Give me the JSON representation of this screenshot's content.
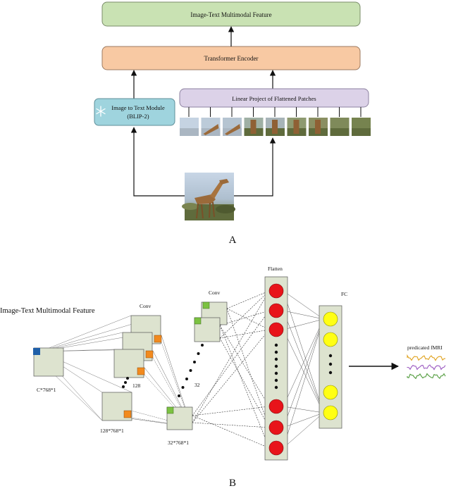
{
  "panel_a": {
    "multimodal_feature_label": "Image-Text Multimodal Feature",
    "transformer_label": "Transformer Encoder",
    "i2t_label_line1": "Image to Text Module",
    "i2t_label_line2": "(BLIP-2)",
    "i2t_icon": "snowflake-icon",
    "linear_proj_label": "Linear Project of Flattened Patches",
    "patch_count": 9,
    "panel_letter": "A"
  },
  "panel_b": {
    "input_label": "Image-Text Multimodal Feature",
    "input_dims": "C*768*1",
    "conv1_label": "Conv",
    "conv1_count": "128",
    "conv1_dims": "128*768*1",
    "conv2_label": "Conv",
    "conv2_count": "32",
    "conv2_dims": "32*768*1",
    "flatten_label": "Flatten",
    "fc_label": "FC",
    "output_label": "predicated fMRI",
    "panel_letter": "B"
  },
  "colors": {
    "multimodal_box": "#c9e2b3",
    "transformer_box": "#f8c9a3",
    "i2t_box": "#9fd4de",
    "linear_box": "#dcd2e8",
    "feature_map": "#dde3cf",
    "flatten_node": "#e8141a",
    "fc_node": "#ffff14",
    "orange_kernel": "#f28a1e",
    "green_kernel": "#7cc242",
    "blue_kernel": "#1f5fa8"
  }
}
